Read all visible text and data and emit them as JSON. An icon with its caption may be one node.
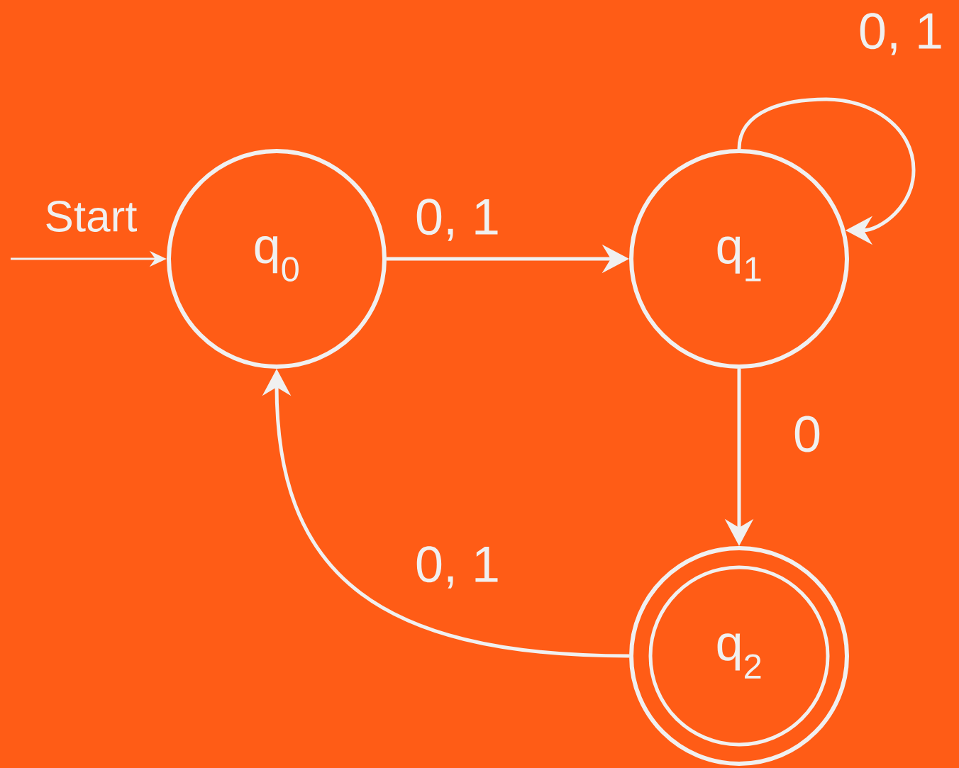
{
  "diagram": {
    "nodes": [
      {
        "text": [
          "q$_{0}$"
        ]
      },
      {
        "text": [
          "q$_{1}$"
        ]
      },
      {
        "text": [
          "q$_{2}$"
        ]
      }
    ],
    "edges": [
      {
        "from": null,
        "to": 0,
        "arrow": "to",
        "label": "Start"
      },
      {
        "from": 0,
        "to": 1,
        "arrow": "to",
        "label": "0, 1"
      },
      {
        "from": 1,
        "to": 1,
        "arrow": "to",
        "label": "0, 1"
      },
      {
        "from": 1,
        "to": 2,
        "arrow": "to",
        "label": "0"
      },
      {
        "from": 2,
        "to": 0,
        "arrow": "to",
        "label": "0, 1"
      }
    ]
  }
}
